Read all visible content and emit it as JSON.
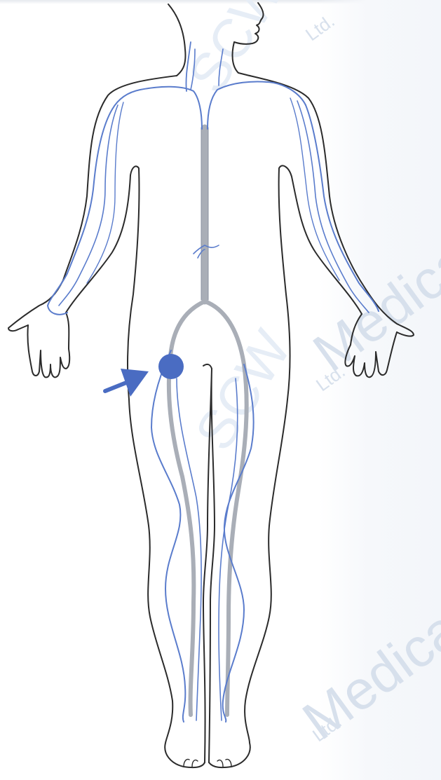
{
  "colors": {
    "outline": "#2b2b2b",
    "vessel_core": "#a9aeb7",
    "vessel_edge": "#5a7ccc",
    "marker": "#4a6cc2",
    "watermark": "#d7e0ec"
  },
  "watermark": {
    "brand": "Medicath",
    "suffix": "Ltd.",
    "monogram": "SCW"
  },
  "icons": {
    "marker": "access-point-dot",
    "pointer": "arrow-pointer"
  }
}
